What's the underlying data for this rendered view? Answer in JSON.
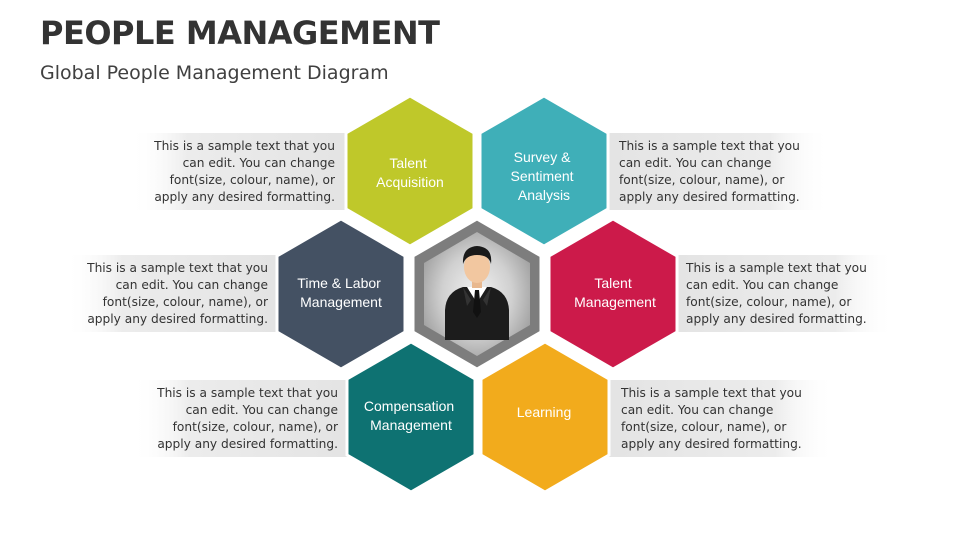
{
  "header": {
    "title": "PEOPLE MANAGEMENT",
    "subtitle": "Global People Management Diagram"
  },
  "hexagons": [
    {
      "id": "talent-acquisition",
      "lines": [
        "Talent",
        "Acquisition"
      ],
      "color": "#BFC82A"
    },
    {
      "id": "survey-sentiment",
      "lines": [
        "Survey &",
        "Sentiment",
        "Analysis"
      ],
      "color": "#3FAFB8"
    },
    {
      "id": "time-labor",
      "lines": [
        "Time & Labor",
        "Management"
      ],
      "color": "#445163"
    },
    {
      "id": "talent-management",
      "lines": [
        "Talent",
        "Management"
      ],
      "color": "#CC1A4A"
    },
    {
      "id": "compensation",
      "lines": [
        "Compensation",
        "Management"
      ],
      "color": "#0E7272"
    },
    {
      "id": "learning",
      "lines": [
        "Learning"
      ],
      "color": "#F2AB1C"
    }
  ],
  "center": {
    "icon": "businessman-icon",
    "color": "#8C8C8C"
  },
  "descriptions": [
    {
      "lines": [
        "This is a sample text that you",
        "can edit. You can change",
        "font(size, colour, name), or",
        "apply any desired formatting."
      ]
    },
    {
      "lines": [
        "This is a sample text that you",
        "can edit. You can change",
        "font(size, colour, name), or",
        "apply any desired formatting."
      ]
    },
    {
      "lines": [
        "This is a sample text that you",
        "can edit. You can change",
        "font(size, colour, name), or",
        "apply any desired formatting."
      ]
    },
    {
      "lines": [
        "This is a sample text that you",
        "can edit. You can change",
        "font(size, colour, name), or",
        "apply any desired formatting."
      ]
    },
    {
      "lines": [
        "This is a sample text that you",
        "can edit. You can change",
        "font(size, colour, name), or",
        "apply any desired formatting."
      ]
    },
    {
      "lines": [
        "This is a sample text that you",
        "can edit. You can change",
        "font(size, colour, name), or",
        "apply any desired formatting."
      ]
    }
  ]
}
